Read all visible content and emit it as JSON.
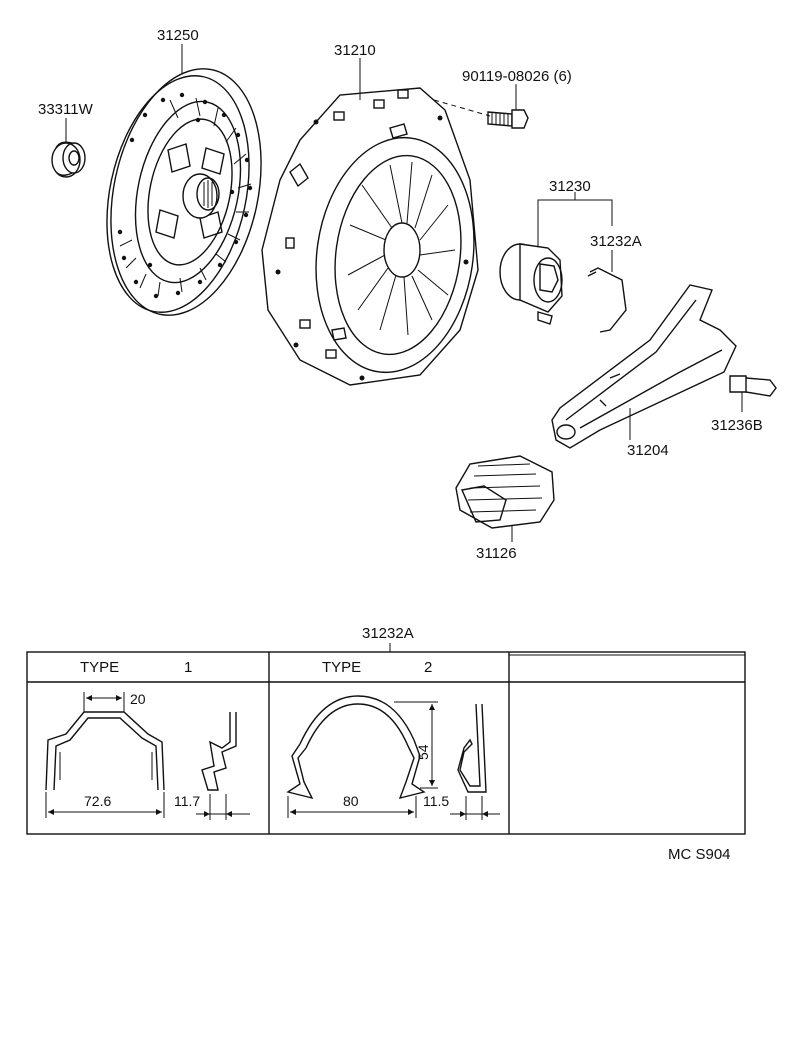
{
  "parts": {
    "p31250": "31250",
    "p33311w": "33311W",
    "p31210": "31210",
    "bolt": "90119-08026 (6)",
    "p31230": "31230",
    "p31232a": "31232A",
    "p31236b": "31236B",
    "p31204": "31204",
    "p31126": "31126"
  },
  "table": {
    "title": "31232A",
    "type1": {
      "word": "TYPE",
      "num": "1",
      "dim_top": "20",
      "dim_width": "72.6",
      "dim_side": "11.7"
    },
    "type2": {
      "word": "TYPE",
      "num": "2",
      "dim_height": "54",
      "dim_width": "80",
      "dim_side": "11.5"
    }
  },
  "code": "MC S904"
}
